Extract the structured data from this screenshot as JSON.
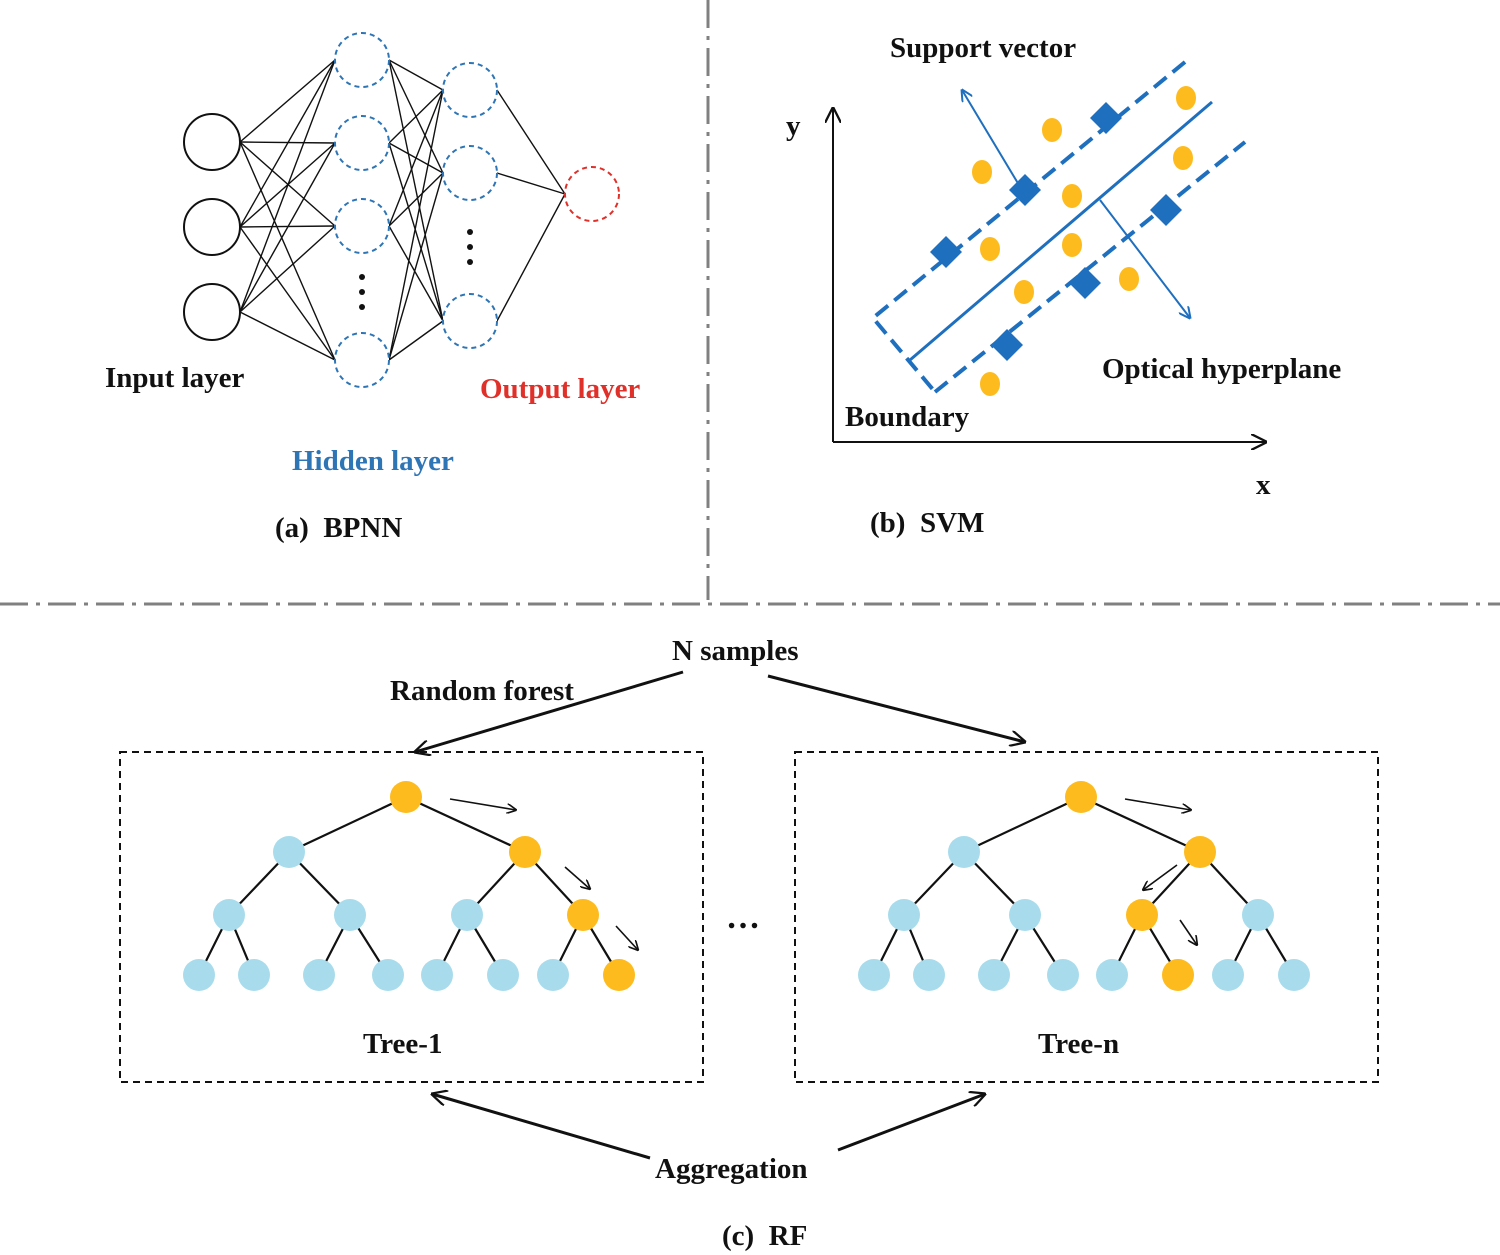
{
  "colors": {
    "ink": "#111111",
    "blue": "#2e75b6",
    "svm_blue": "#1f6fbf",
    "red": "#e0302a",
    "gold": "#fdbb1e",
    "light_blue": "#a8dcec",
    "divider": "#808080"
  },
  "bpnn": {
    "input_label": "Input layer",
    "hidden_label": "Hidden layer",
    "output_label": "Output layer",
    "caption": "(a)  BPNN"
  },
  "svm": {
    "y_label": "y",
    "x_label": "x",
    "support_vector_label": "Support vector",
    "hyperplane_label": "Optical hyperplane",
    "boundary_label": "Boundary",
    "caption": "(b)  SVM"
  },
  "rf": {
    "samples_label": "N samples",
    "forest_label": "Random forest",
    "tree1_label": "Tree-1",
    "treen_label": "Tree-n",
    "ellipsis": "…",
    "aggregation_label": "Aggregation",
    "caption": "(c)  RF"
  }
}
